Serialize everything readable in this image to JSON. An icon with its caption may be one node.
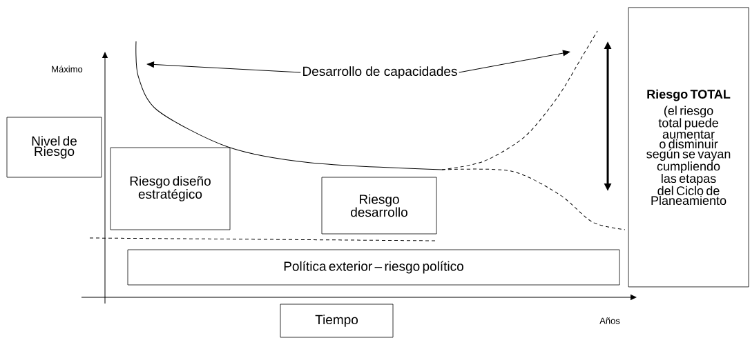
{
  "diagram": {
    "nodes": [
      {
        "text": [
          "Nivel de Riesgo"
        ]
      },
      {
        "text": [
          "Riesgo diseño estratégico"
        ]
      },
      {
        "text": [
          "Riesgo desarrollo"
        ]
      },
      {
        "text": [
          "Política exterior – riesgo político"
        ]
      },
      {
        "text": [
          "Tiempo"
        ]
      },
      {
        "text": [
          "Riesgo TOTAL",
          "(el riesgo total puede aumentar o disminuir según se vayan cumpliendo las etapas del Ciclo de Planeamiento"
        ]
      },
      {
        "text": [
          "Desarrollo de capacidades"
        ]
      }
    ],
    "edges": [
      {
        "from": 6,
        "to": null,
        "arrow": "to"
      },
      {
        "from": 6,
        "to": null,
        "arrow": "to"
      }
    ],
    "labels": [
      "Máximo",
      "Años"
    ]
  }
}
